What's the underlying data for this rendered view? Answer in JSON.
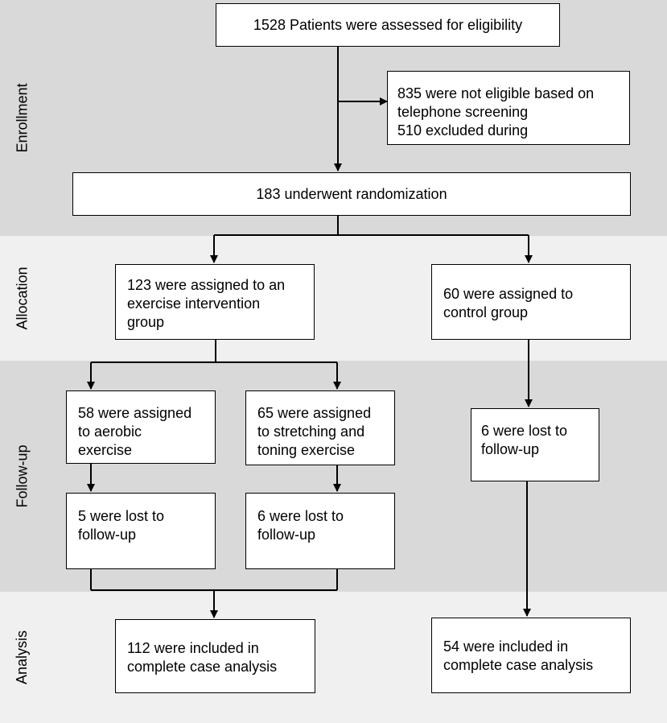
{
  "colors": {
    "band_dark": "#d9d9d9",
    "band_light": "#f0f0f0",
    "line": "#000000"
  },
  "stages": [
    {
      "id": "enrollment",
      "label": "Enrollment"
    },
    {
      "id": "allocation",
      "label": "Allocation"
    },
    {
      "id": "followup",
      "label": "Follow-up"
    },
    {
      "id": "analysis",
      "label": "Analysis"
    }
  ],
  "boxes": {
    "assessed": "1528 Patients were assessed for eligibility",
    "excluded": "835 were not eligible based on\ntelephone screening\n510 excluded during",
    "randomized": "183 underwent randomization",
    "exercise": "123 were assigned to an\nexercise intervention\ngroup",
    "control": "60 were assigned to\ncontrol group",
    "aerobic": "58 were assigned\nto aerobic\nexercise",
    "stretching": "65 were assigned\nto stretching and\ntoning exercise",
    "aerobic_lost": "5 were lost to\nfollow-up",
    "stretching_lost": "6 were lost to\nfollow-up",
    "control_lost": "6 were lost to\nfollow-up",
    "exercise_analysis": "112 were included in\ncomplete case analysis",
    "control_analysis": "54 were included in\ncomplete case analysis"
  }
}
